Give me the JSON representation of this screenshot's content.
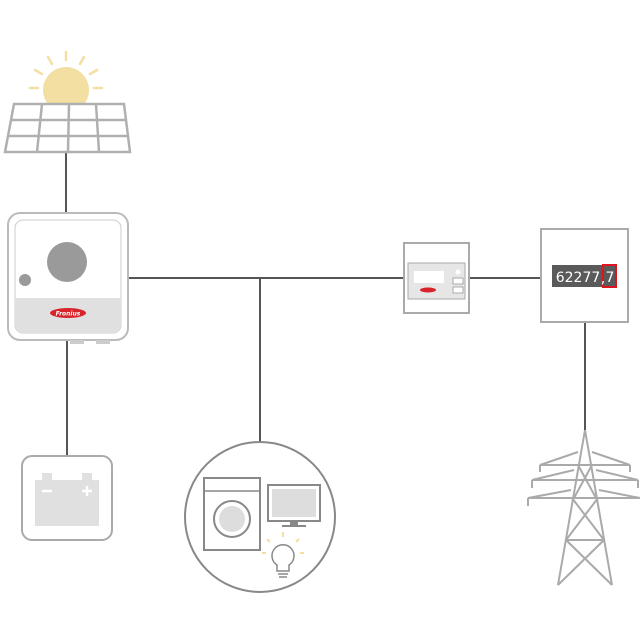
{
  "inverter": {
    "brand_logo": "Fronius"
  },
  "smart_meter": {
    "brand_logo": "Fronius"
  },
  "utility_meter": {
    "reading_main": "62277",
    "reading_decimal": "7"
  },
  "colors": {
    "line": "#555555",
    "device_border": "#a8a8a8",
    "device_fill": "#e2e2e2",
    "sun": "#f3dfa2",
    "brand_red": "#d8232a"
  }
}
